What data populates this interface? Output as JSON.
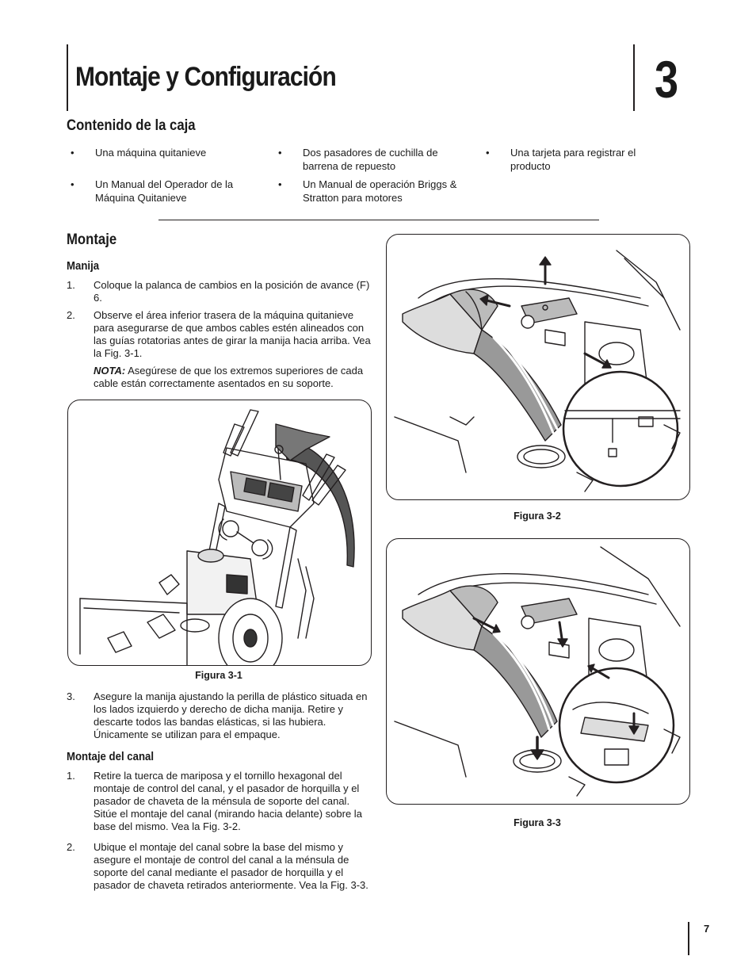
{
  "header": {
    "title": "Montaje y Configuración",
    "chapter_number": "3"
  },
  "box_contents": {
    "heading": "Contenido de la caja",
    "bullet": "•",
    "col1": [
      "Una máquina quitanieve",
      "Un Manual del Operador de la Máquina Quitanieve"
    ],
    "col2": [
      "Dos pasadores de cuchilla de barrena de repuesto",
      "Un Manual de operación Briggs & Stratton para motores"
    ],
    "col3": [
      "Una tarjeta para registrar el producto"
    ]
  },
  "assembly": {
    "heading": "Montaje",
    "handle": {
      "heading": "Manija",
      "steps": [
        {
          "num": "1.",
          "text": "Coloque la palanca de cambios en la posición de avance (F) 6."
        },
        {
          "num": "2.",
          "text": "Observe el área inferior trasera de la máquina quitanieve para asegurarse de que ambos cables estén alineados con las guías rotatorias antes de girar la manija hacia arriba. Vea la Fig. 3-1."
        }
      ],
      "note_label": "NOTA:",
      "note_text": " Asegúrese de que los extremos superiores de cada cable están correctamente asentados en su soporte.",
      "step3": {
        "num": "3.",
        "text": "Asegure la manija ajustando la perilla de plástico situada en los lados izquierdo y derecho de dicha manija. Retire y descarte todos las bandas elásticas, si las hubiera. Únicamente se utilizan para el empaque."
      }
    },
    "chute": {
      "heading": "Montaje del canal",
      "steps": [
        {
          "num": "1.",
          "text": "Retire la tuerca de mariposa y el tornillo hexagonal del montaje de control del canal, y el pasador de horquilla y el pasador de chaveta de la ménsula de soporte del canal. Sitúe el montaje del canal (mirando hacia delante) sobre la base del mismo. Vea la Fig. 3-2."
        },
        {
          "num": "2.",
          "text": "Ubique el montaje del canal sobre la base del mismo y asegure el montaje de control del canal a la ménsula de soporte del canal mediante el pasador de horquilla y el pasador de chaveta retirados anteriormente. Vea la Fig. 3-3."
        }
      ]
    }
  },
  "figures": {
    "fig1": "Figura 3-1",
    "fig2": "Figura 3-2",
    "fig3": "Figura 3-3"
  },
  "footer": {
    "page_number": "7"
  }
}
